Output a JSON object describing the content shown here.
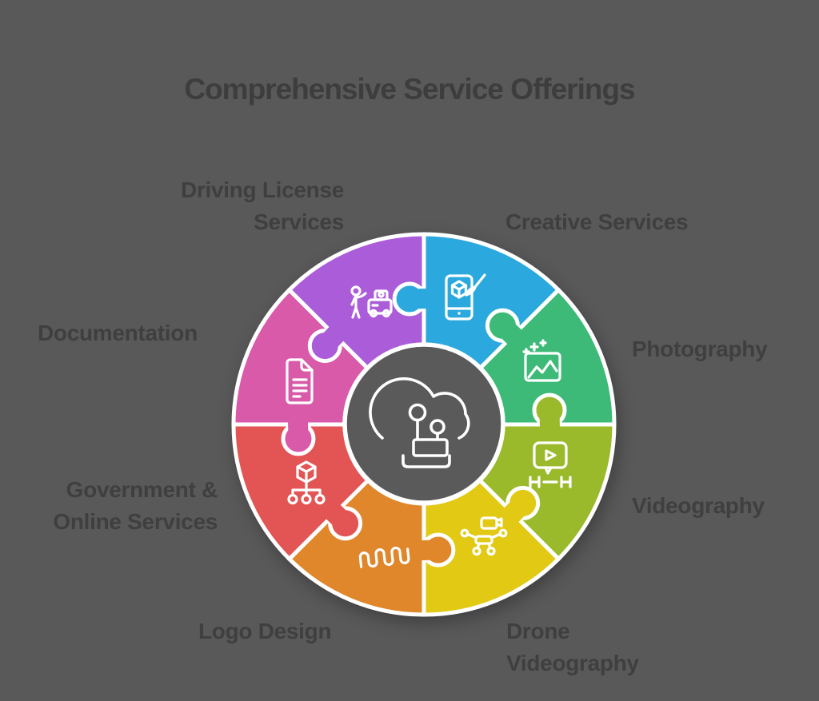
{
  "title": "Comprehensive Service Offerings",
  "colors": {
    "background": "#595959",
    "title_text": "#3d3d3d",
    "label_text": "#3f3f3f",
    "center_fill": "#5a5a5b",
    "outline": "#ffffff"
  },
  "center": {
    "icon": "cloud-robot-icon"
  },
  "segments": [
    {
      "id": "creative-services",
      "label": "Creative Services",
      "color": "#2BA9DE",
      "icon": "phone-design-icon"
    },
    {
      "id": "photography",
      "label": "Photography",
      "color": "#3DBA77",
      "icon": "photo-sparkles-icon"
    },
    {
      "id": "videography",
      "label": "Videography",
      "color": "#9ABA2C",
      "icon": "video-player-icon"
    },
    {
      "id": "drone-videography",
      "label": "Drone\nVideography",
      "color": "#E2C914",
      "icon": "drone-camera-icon"
    },
    {
      "id": "logo-design",
      "label": "Logo Design",
      "color": "#E0862B",
      "icon": "signature-wave-icon"
    },
    {
      "id": "government-online-services",
      "label": "Government &\nOnline Services",
      "color": "#E25554",
      "icon": "network-cube-icon"
    },
    {
      "id": "documentation",
      "label": "Documentation",
      "color": "#D85AA8",
      "icon": "document-icon"
    },
    {
      "id": "driving-license-services",
      "label": "Driving License\nServices",
      "color": "#AB5CD8",
      "icon": "person-car-icon"
    }
  ]
}
